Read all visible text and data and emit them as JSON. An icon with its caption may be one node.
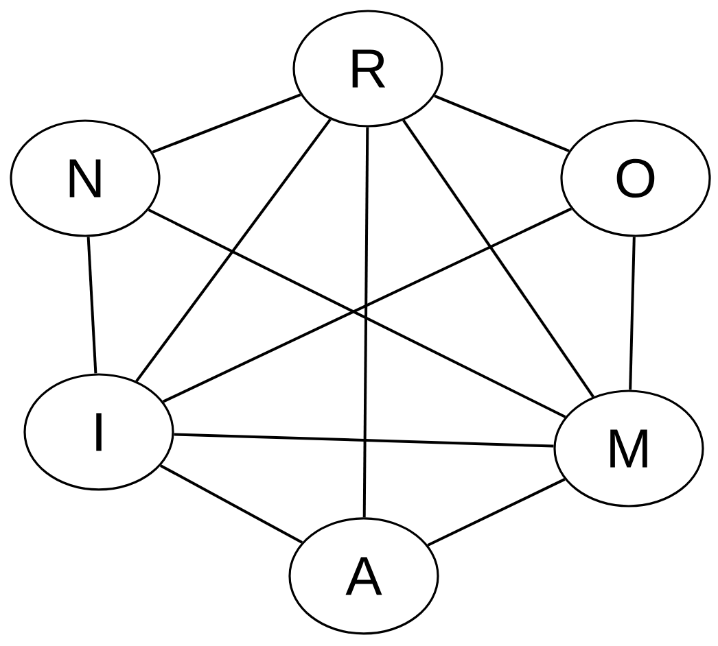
{
  "diagram": {
    "nodes": [
      {
        "text": [
          "R"
        ]
      },
      {
        "text": [
          "N"
        ]
      },
      {
        "text": [
          "O"
        ]
      },
      {
        "text": [
          "I"
        ]
      },
      {
        "text": [
          "M"
        ]
      },
      {
        "text": [
          "A"
        ]
      }
    ],
    "edges": [
      {
        "from": 0,
        "to": 1,
        "arrow": "none"
      },
      {
        "from": 0,
        "to": 2,
        "arrow": "none"
      },
      {
        "from": 0,
        "to": 3,
        "arrow": "none"
      },
      {
        "from": 0,
        "to": 4,
        "arrow": "none"
      },
      {
        "from": 0,
        "to": 5,
        "arrow": "none"
      },
      {
        "from": 1,
        "to": 3,
        "arrow": "none"
      },
      {
        "from": 1,
        "to": 4,
        "arrow": "none"
      },
      {
        "from": 2,
        "to": 3,
        "arrow": "none"
      },
      {
        "from": 2,
        "to": 4,
        "arrow": "none"
      },
      {
        "from": 3,
        "to": 4,
        "arrow": "none"
      },
      {
        "from": 3,
        "to": 5,
        "arrow": "none"
      },
      {
        "from": 4,
        "to": 5,
        "arrow": "none"
      }
    ]
  }
}
